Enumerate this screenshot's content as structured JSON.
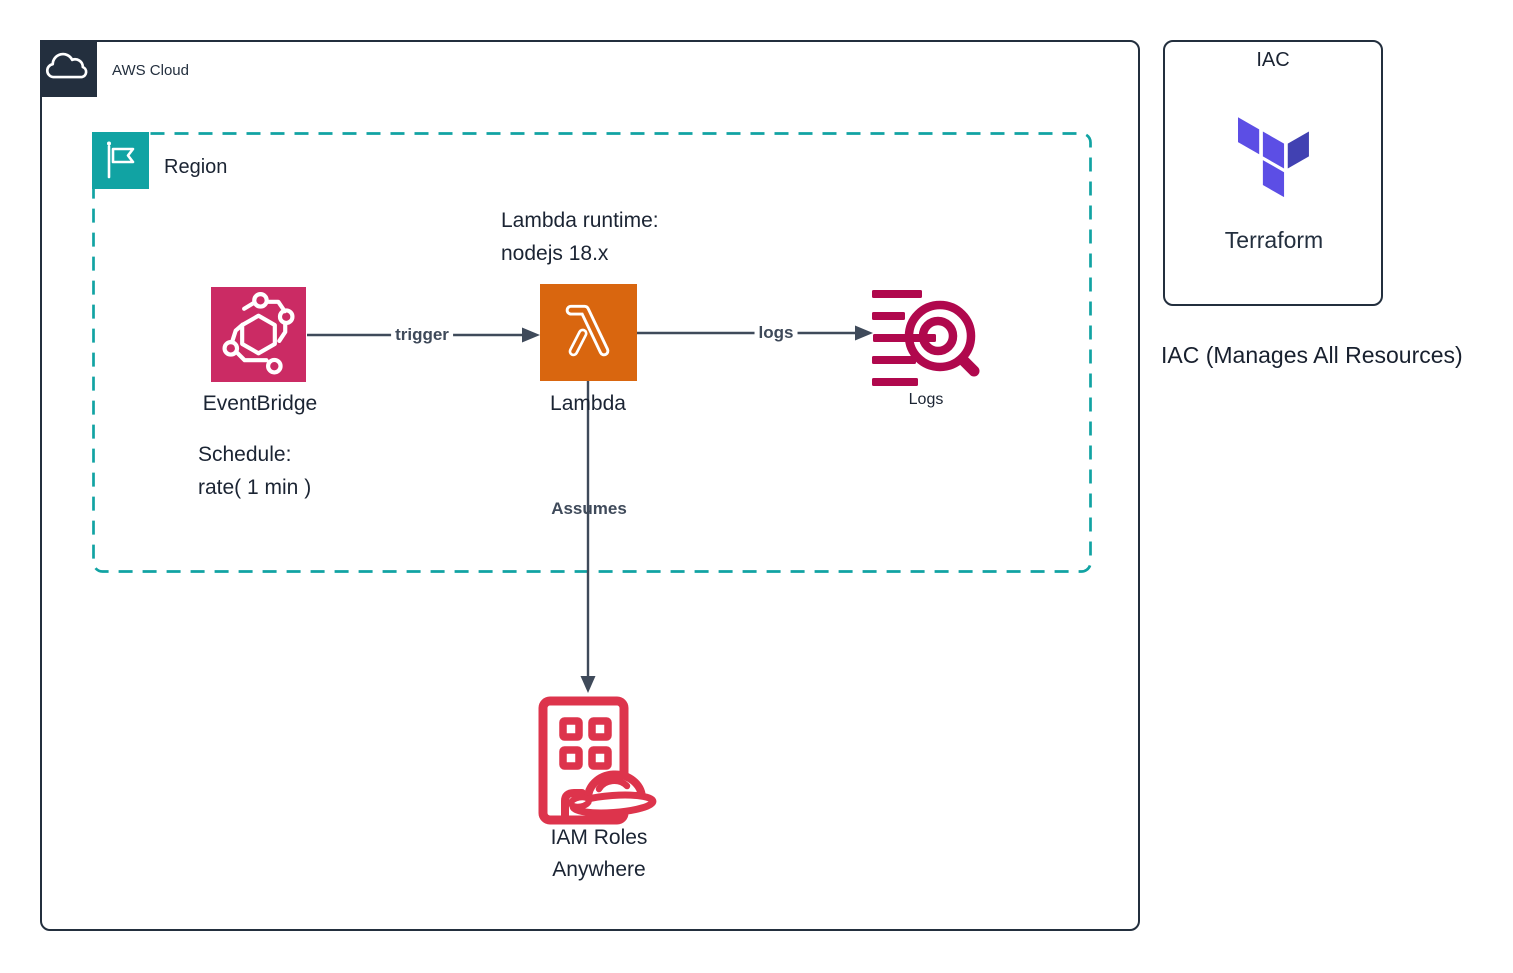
{
  "diagram": {
    "aws_cloud": {
      "label": "AWS Cloud"
    },
    "region": {
      "label": "Region"
    },
    "nodes": {
      "eventbridge": {
        "label": "EventBridge",
        "note_line1": "Schedule:",
        "note_line2": "rate( 1 min )"
      },
      "lambda": {
        "label": "Lambda",
        "note_line1": "Lambda runtime:",
        "note_line2": "nodejs 18.x"
      },
      "logs": {
        "label": "Logs"
      },
      "iam_roles_anywhere": {
        "label_line1": "IAM Roles",
        "label_line2": "Anywhere"
      }
    },
    "edges": {
      "trigger_label": "trigger",
      "logs_label": "logs",
      "assumes_label": "Assumes"
    },
    "iac": {
      "title": "IAC",
      "tool": "Terraform",
      "caption": "IAC (Manages All Resources)"
    },
    "colors": {
      "aws_dark": "#232F3E",
      "region_teal": "#11A3A3",
      "eventbridge_pink": "#CB2B64",
      "lambda_orange": "#D9660F",
      "logs_crimson": "#B0084D",
      "iam_red": "#DD344C",
      "terraform_light": "#5C4EE5",
      "terraform_dark": "#4141B2",
      "arrow_slate": "#3F4A5A"
    }
  }
}
